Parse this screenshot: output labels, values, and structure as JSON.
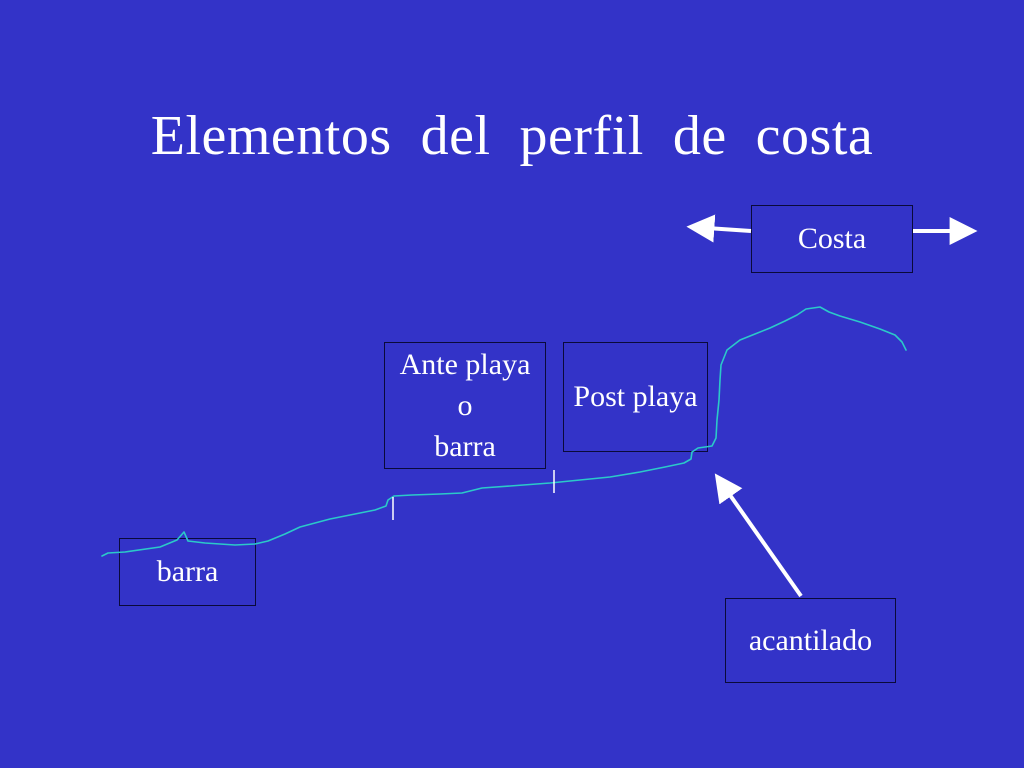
{
  "title": "Elementos  del  perfil  de  costa",
  "labels": {
    "costa": "Costa",
    "ante_playa": [
      "Ante playa",
      "o",
      "barra"
    ],
    "post_playa": "Post playa",
    "barra": "barra",
    "acantilado": "acantilado"
  },
  "colors": {
    "background": "#3333c8",
    "text": "#ffffff",
    "profile_line": "#2bc9c9",
    "arrows": "#ffffff"
  }
}
